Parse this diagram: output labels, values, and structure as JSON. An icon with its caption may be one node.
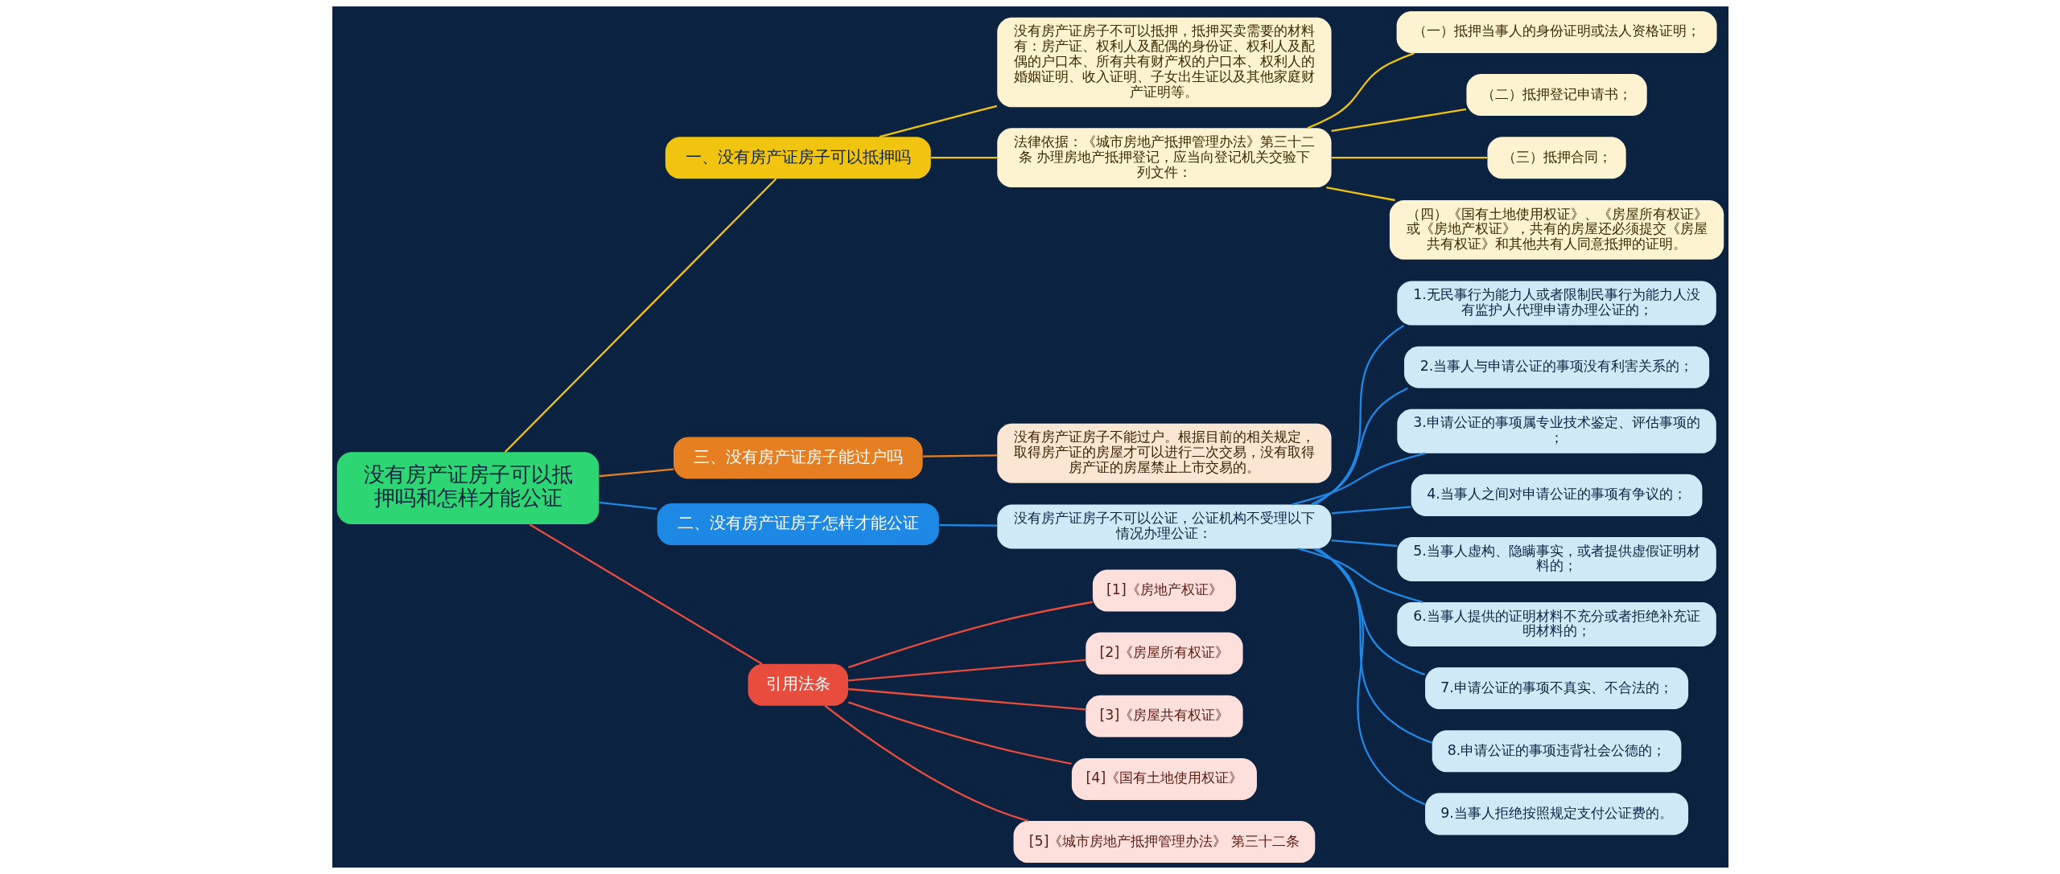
{
  "diagram": {
    "nodes": [
      {
        "text": [
          "没有房产证房子可以抵押吗和怎样才能公证"
        ]
      },
      {
        "text": [
          "一、没有房产证房子可以抵押吗"
        ]
      },
      {
        "text": [
          "没有房产证房子不可以抵押，抵押买卖需要的材料有：房产证、权利人及配偶的身份证、权利人及配偶的户口本、所有共有财产权的户口本、权利人的婚姻证明、收入证明、子女出生证以及其他家庭财产证明等。"
        ]
      },
      {
        "text": [
          "法律依据：《城市房地产抵押管理办法》第三十二条 办理房地产抵押登记，应当向登记机关交验下列文件："
        ]
      },
      {
        "text": [
          "（一）抵押当事人的身份证明或法人资格证明；"
        ]
      },
      {
        "text": [
          "（二）抵押登记申请书；"
        ]
      },
      {
        "text": [
          "（三）抵押合同；"
        ]
      },
      {
        "text": [
          "（四）《国有土地使用权证》、《房屋所有权证》或《房地产权证》，共有的房屋还必须提交《房屋共有权证》和其他共有人同意抵押的证明。"
        ]
      },
      {
        "text": [
          "三、没有房产证房子能过户吗"
        ]
      },
      {
        "text": [
          "没有房产证房子不能过户。根据目前的相关规定，取得房产证的房屋才可以进行二次交易，没有取得房产证的房屋禁止上市交易的。"
        ]
      },
      {
        "text": [
          "二、没有房产证房子怎样才能公证"
        ]
      },
      {
        "text": [
          "没有房产证房子不可以公证，公证机构不受理以下情况办理公证："
        ]
      },
      {
        "text": [
          "1.无民事行为能力人或者限制民事行为能力人没有监护人代理申请办理公证的；"
        ]
      },
      {
        "text": [
          "2.当事人与申请公证的事项没有利害关系的；"
        ]
      },
      {
        "text": [
          "3.申请公证的事项属专业技术鉴定、评估事项的；"
        ]
      },
      {
        "text": [
          "4.当事人之间对申请公证的事项有争议的；"
        ]
      },
      {
        "text": [
          "5.当事人虚构、隐瞒事实，或者提供虚假证明材料的；"
        ]
      },
      {
        "text": [
          "6.当事人提供的证明材料不充分或者拒绝补充证明材料的；"
        ]
      },
      {
        "text": [
          "7.申请公证的事项不真实、不合法的；"
        ]
      },
      {
        "text": [
          "8.申请公证的事项违背社会公德的；"
        ]
      },
      {
        "text": [
          "9.当事人拒绝按照规定支付公证费的。"
        ]
      },
      {
        "text": [
          "引用法条"
        ]
      },
      {
        "text": [
          "[1]《房地产权证》"
        ]
      },
      {
        "text": [
          "[2]《房屋所有权证》"
        ]
      },
      {
        "text": [
          "[3]《房屋共有权证》"
        ]
      },
      {
        "text": [
          "[4]《国有土地使用权证》"
        ]
      },
      {
        "text": [
          "[5]《城市房地产抵押管理办法》 第三十二条"
        ]
      }
    ],
    "edges": [
      {
        "from": 0,
        "to": 1,
        "arrow": "none",
        "color": "#f1c40f"
      },
      {
        "from": 1,
        "to": 2,
        "arrow": "none",
        "color": "#f1c40f"
      },
      {
        "from": 1,
        "to": 3,
        "arrow": "none",
        "color": "#f1c40f"
      },
      {
        "from": 3,
        "to": 4,
        "arrow": "none",
        "color": "#f1c40f"
      },
      {
        "from": 3,
        "to": 5,
        "arrow": "none",
        "color": "#f1c40f"
      },
      {
        "from": 3,
        "to": 6,
        "arrow": "none",
        "color": "#f1c40f"
      },
      {
        "from": 3,
        "to": 7,
        "arrow": "none",
        "color": "#f1c40f"
      },
      {
        "from": 0,
        "to": 8,
        "arrow": "none",
        "color": "#e67e22"
      },
      {
        "from": 8,
        "to": 9,
        "arrow": "none",
        "color": "#e67e22"
      },
      {
        "from": 0,
        "to": 10,
        "arrow": "none"
      },
      {
        "from": 10,
        "to": 11,
        "arrow": "none"
      },
      {
        "from": 11,
        "to": 12,
        "arrow": "none"
      },
      {
        "from": 11,
        "to": 13,
        "arrow": "none"
      },
      {
        "from": 11,
        "to": 14,
        "arrow": "none"
      },
      {
        "from": 11,
        "to": 15,
        "arrow": "none"
      },
      {
        "from": 11,
        "to": 16,
        "arrow": "none"
      },
      {
        "from": 11,
        "to": 17,
        "arrow": "none"
      },
      {
        "from": 11,
        "to": 18,
        "arrow": "none"
      },
      {
        "from": 11,
        "to": 19,
        "arrow": "none"
      },
      {
        "from": 11,
        "to": 20,
        "arrow": "none"
      },
      {
        "from": 0,
        "to": 21,
        "arrow": "none",
        "color": "#e74c3c"
      },
      {
        "from": 21,
        "to": 22,
        "arrow": "none",
        "color": "#e74c3c"
      },
      {
        "from": 21,
        "to": 23,
        "arrow": "none",
        "color": "#e74c3c"
      },
      {
        "from": 21,
        "to": 24,
        "arrow": "none",
        "color": "#e74c3c"
      },
      {
        "from": 21,
        "to": 25,
        "arrow": "none",
        "color": "#e74c3c"
      },
      {
        "from": 21,
        "to": 26,
        "arrow": "none",
        "color": "#e74c3c"
      }
    ]
  }
}
